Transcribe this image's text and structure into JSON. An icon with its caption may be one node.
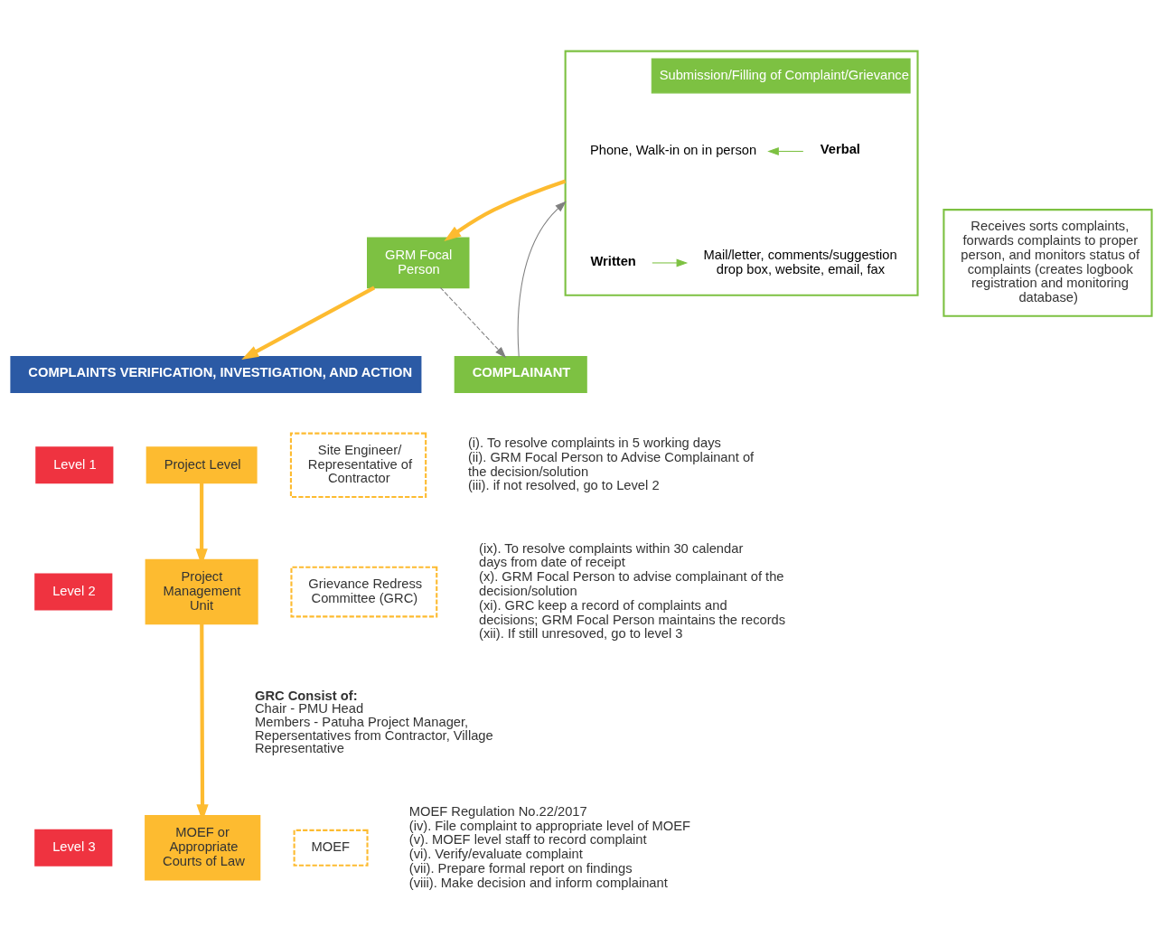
{
  "diagram": {
    "nodes": [
      {
        "text": [
          "Submission/Filling of Complaint/Grievance"
        ]
      },
      {
        "text": [
          "Verbal"
        ],
        "in": 0
      },
      {
        "text": [
          "Phone, Walk-in on in person"
        ],
        "in": 0
      },
      {
        "text": [
          "Written"
        ],
        "in": 0
      },
      {
        "text": [
          "Mail/letter, comments/suggestion drop box, website, email, fax"
        ],
        "in": 0
      },
      {
        "text": [
          "GRM Focal Person"
        ]
      },
      {
        "text": [
          "Receives sorts complaints, forwards complaints to proper person, and monitors status of complaints (creates logbook registration and monitoring database)"
        ]
      },
      {
        "text": [
          "COMPLAINANT"
        ]
      },
      {
        "text": [
          "COMPLAINTS VERIFICATION, INVESTIGATION, AND ACTION"
        ]
      },
      {
        "text": [
          "Level 1"
        ]
      },
      {
        "text": [
          "Project Level"
        ]
      },
      {
        "text": [
          "Site Engineer/ Representative of Contractor"
        ],
        "beside": [
          "(i). To resolve complaints in 5 working days",
          "(ii). GRM Focal Person to Advise Complainant of the decision/solution",
          "(iii). if not resolved, go to Level 2"
        ]
      },
      {
        "text": [
          "Level 2"
        ]
      },
      {
        "text": [
          "Project Management Unit"
        ]
      },
      {
        "text": [
          "Grievance Redress Committee (GRC)"
        ],
        "beside": [
          "(ix). To resolve complaints within 30 calendar days from date of receipt",
          "(x). GRM Focal Person to advise complainant of the decision/solution",
          "(xi). GRC keep a record of complaints and decisions; GRM Focal Person maintains the records",
          "(xii). If still unresoved, go to level 3"
        ]
      },
      {
        "text": [
          "Level 3"
        ]
      },
      {
        "text": [
          "MOEF or Appropriate Courts of Law"
        ]
      },
      {
        "text": [
          "MOEF"
        ],
        "beside": [
          "MOEF Regulation No.22/2017",
          "(iv). File complaint to appropriate level of MOEF",
          "(v). MOEF level staff to record complaint",
          "(vi). Verify/evaluate complaint",
          "(vii). Prepare formal report on findings",
          "(viii). Make decision and inform complainant"
        ]
      }
    ],
    "edges": [
      {
        "from": 1,
        "to": 2,
        "arrow": "to",
        "color": "#7dc142"
      },
      {
        "from": 3,
        "to": 4,
        "arrow": "to",
        "color": "#7dc142"
      },
      {
        "from": 7,
        "to": 0,
        "arrow": "to",
        "color": "#7f7f7f"
      },
      {
        "from": 0,
        "to": 5,
        "arrow": "to",
        "style": "thick",
        "color": "#fdbb30"
      },
      {
        "from": 5,
        "to": 7,
        "arrow": "to",
        "style": "dashed",
        "color": "#7f7f7f"
      },
      {
        "from": 5,
        "to": 8,
        "arrow": "to",
        "style": "thick",
        "color": "#fdbb30"
      },
      {
        "from": 10,
        "to": 13,
        "arrow": "to",
        "style": "thick",
        "color": "#fdbb30"
      },
      {
        "from": 13,
        "to": 16,
        "arrow": "to",
        "style": "thick",
        "color": "#fdbb30"
      }
    ],
    "labels": [
      "GRC Consist of:",
      "Chair - PMU Head",
      "Members - Patuha Project Manager, Repersentatives from Contractor, Village Representative"
    ]
  }
}
